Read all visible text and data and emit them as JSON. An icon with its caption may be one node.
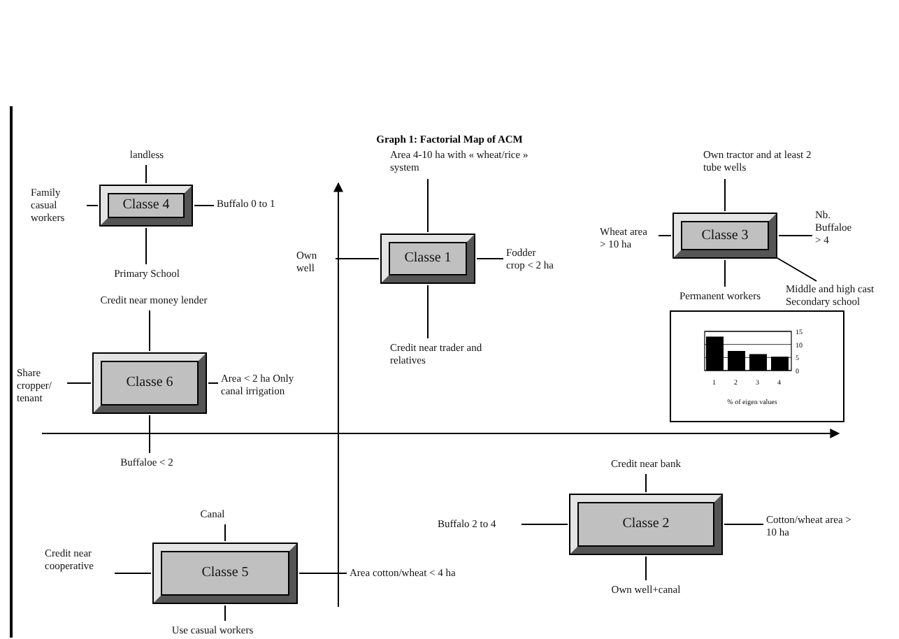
{
  "diagram": {
    "title": "Graph 1: Factorial Map of ACM",
    "nodes": [
      {
        "text": [
          "Classe 4"
        ]
      },
      {
        "text": [
          "landless"
        ]
      },
      {
        "text": [
          "Family casual workers"
        ]
      },
      {
        "text": [
          "Buffalo 0 to 1"
        ]
      },
      {
        "text": [
          "Primary School"
        ]
      },
      {
        "text": [
          "Classe 1"
        ]
      },
      {
        "text": [
          "Area 4-10 ha with « wheat/rice » system"
        ]
      },
      {
        "text": [
          "Own well"
        ]
      },
      {
        "text": [
          "Fodder crop < 2 ha"
        ]
      },
      {
        "text": [
          "Credit near trader and relatives"
        ]
      },
      {
        "text": [
          "Classe 3"
        ]
      },
      {
        "text": [
          "Own tractor and at least 2 tube wells"
        ]
      },
      {
        "text": [
          "Wheat area > 10 ha"
        ]
      },
      {
        "text": [
          "Nb. Buffaloe > 4"
        ]
      },
      {
        "text": [
          "Permanent workers"
        ]
      },
      {
        "text": [
          "Middle and high cast Secondary school"
        ]
      },
      {
        "text": [
          "Classe 6"
        ]
      },
      {
        "text": [
          "Credit near money lender"
        ]
      },
      {
        "text": [
          "Share cropper/ tenant"
        ]
      },
      {
        "text": [
          "Area < 2 ha Only canal irrigation"
        ]
      },
      {
        "text": [
          "Buffaloe < 2"
        ]
      },
      {
        "text": [
          "Classe 2"
        ]
      },
      {
        "text": [
          "Credit near bank"
        ]
      },
      {
        "text": [
          "Buffalo 2 to 4"
        ]
      },
      {
        "text": [
          "Cotton/wheat area > 10 ha"
        ]
      },
      {
        "text": [
          "Own well+canal"
        ]
      },
      {
        "text": [
          "Classe 5"
        ]
      },
      {
        "text": [
          "Canal"
        ]
      },
      {
        "text": [
          "Credit near cooperative"
        ]
      },
      {
        "text": [
          "Area cotton/wheat < 4 ha"
        ]
      },
      {
        "text": [
          "Use casual workers"
        ]
      }
    ],
    "edges": [
      {
        "from": 0,
        "to": 1,
        "arrow": "none"
      },
      {
        "from": 0,
        "to": 2,
        "arrow": "none"
      },
      {
        "from": 0,
        "to": 3,
        "arrow": "none"
      },
      {
        "from": 0,
        "to": 4,
        "arrow": "none"
      },
      {
        "from": 5,
        "to": 6,
        "arrow": "none"
      },
      {
        "from": 5,
        "to": 7,
        "arrow": "none"
      },
      {
        "from": 5,
        "to": 8,
        "arrow": "none"
      },
      {
        "from": 5,
        "to": 9,
        "arrow": "none"
      },
      {
        "from": 10,
        "to": 11,
        "arrow": "none"
      },
      {
        "from": 10,
        "to": 12,
        "arrow": "none"
      },
      {
        "from": 10,
        "to": 13,
        "arrow": "none"
      },
      {
        "from": 10,
        "to": 14,
        "arrow": "none"
      },
      {
        "from": 10,
        "to": 15,
        "arrow": "none"
      },
      {
        "from": 16,
        "to": 17,
        "arrow": "none"
      },
      {
        "from": 16,
        "to": 18,
        "arrow": "none"
      },
      {
        "from": 16,
        "to": 19,
        "arrow": "none"
      },
      {
        "from": 16,
        "to": 20,
        "arrow": "none"
      },
      {
        "from": 21,
        "to": 22,
        "arrow": "none"
      },
      {
        "from": 21,
        "to": 23,
        "arrow": "none"
      },
      {
        "from": 21,
        "to": 24,
        "arrow": "none"
      },
      {
        "from": 21,
        "to": 25,
        "arrow": "none"
      },
      {
        "from": 26,
        "to": 27,
        "arrow": "none"
      },
      {
        "from": 26,
        "to": 28,
        "arrow": "none"
      },
      {
        "from": 26,
        "to": 29,
        "arrow": "none"
      },
      {
        "from": 26,
        "to": 30,
        "arrow": "none"
      }
    ],
    "chart_data": {
      "type": "bar",
      "xlabel": "% of eigen values",
      "categories": [
        "1",
        "2",
        "3",
        "4"
      ],
      "values": [
        13,
        7.5,
        6.3,
        5.3
      ],
      "ylim": [
        0,
        15
      ],
      "yticks": [
        0,
        5,
        10,
        15
      ]
    }
  }
}
